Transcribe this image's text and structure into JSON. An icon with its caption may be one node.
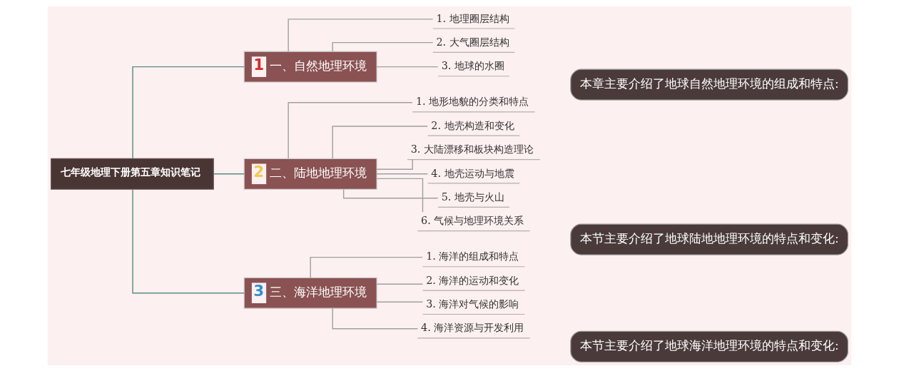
{
  "diagram": {
    "nodes": [
      {
        "text": [
          "七年级地理下册第五章知识笔记"
        ]
      },
      {
        "text": [
          "1",
          "一、自然地理环境"
        ]
      },
      {
        "text": [
          "1. 地理圈层结构"
        ]
      },
      {
        "text": [
          "2. 大气圈层结构"
        ]
      },
      {
        "text": [
          "3. 地球的水圈"
        ]
      },
      {
        "text": [
          "本章主要介绍了地球自然地理环境的组成和特点:"
        ]
      },
      {
        "text": [
          "2",
          "二、陆地地理环境"
        ]
      },
      {
        "text": [
          "1. 地形地貌的分类和特点"
        ]
      },
      {
        "text": [
          "2. 地壳构造和变化"
        ]
      },
      {
        "text": [
          "3. 大陆漂移和板块构造理论"
        ]
      },
      {
        "text": [
          "4. 地壳运动与地震"
        ]
      },
      {
        "text": [
          "5. 地壳与火山"
        ]
      },
      {
        "text": [
          "6. 气候与地理环境关系"
        ]
      },
      {
        "text": [
          "本节主要介绍了地球陆地地理环境的特点和变化:"
        ]
      },
      {
        "text": [
          "3",
          "三、海洋地理环境"
        ]
      },
      {
        "text": [
          "1. 海洋的组成和特点"
        ]
      },
      {
        "text": [
          "2. 海洋的运动和变化"
        ]
      },
      {
        "text": [
          "3. 海洋对气候的影响"
        ]
      },
      {
        "text": [
          "4. 海洋资源与开发利用"
        ]
      },
      {
        "text": [
          "本节主要介绍了地球海洋地理环境的特点和变化:"
        ]
      }
    ],
    "edges": [
      {
        "from": 0,
        "to": 1,
        "arrow": "none",
        "color": "#5b8c85"
      },
      {
        "from": 0,
        "to": 6,
        "arrow": "none",
        "color": "#5b8c85"
      },
      {
        "from": 0,
        "to": 14,
        "arrow": "none",
        "color": "#5b8c85"
      },
      {
        "from": 1,
        "to": 2,
        "arrow": "none"
      },
      {
        "from": 1,
        "to": 3,
        "arrow": "none"
      },
      {
        "from": 1,
        "to": 4,
        "arrow": "none"
      },
      {
        "from": 6,
        "to": 7,
        "arrow": "none"
      },
      {
        "from": 6,
        "to": 8,
        "arrow": "none"
      },
      {
        "from": 6,
        "to": 9,
        "arrow": "none"
      },
      {
        "from": 6,
        "to": 10,
        "arrow": "none"
      },
      {
        "from": 6,
        "to": 11,
        "arrow": "none"
      },
      {
        "from": 6,
        "to": 12,
        "arrow": "none"
      },
      {
        "from": 14,
        "to": 15,
        "arrow": "none"
      },
      {
        "from": 14,
        "to": 16,
        "arrow": "none"
      },
      {
        "from": 14,
        "to": 17,
        "arrow": "none"
      },
      {
        "from": 14,
        "to": 18,
        "arrow": "none"
      }
    ]
  }
}
